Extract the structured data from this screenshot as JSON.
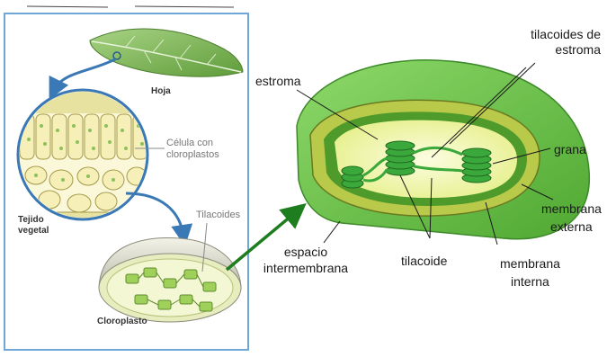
{
  "left_panel": {
    "labels": {
      "hoja": "Hoja",
      "celula_line1": "Célula con",
      "celula_line2": "cloroplastos",
      "tejido_line1": "Tejido",
      "tejido_line2": "vegetal",
      "tilacoides": "Tilacoides",
      "cloroplasto": "Cloroplasto"
    }
  },
  "right_panel": {
    "labels": {
      "estroma": "estroma",
      "tilacoides_estroma_line1": "tilacoides de",
      "tilacoides_estroma_line2": "estroma",
      "grana": "grana",
      "membrana_externa_line1": "membrana",
      "membrana_externa_line2": "externa",
      "espacio_line1": "espacio",
      "espacio_line2": "intermembrana",
      "tilacoide": "tilacoide",
      "membrana_interna_line1": "membrana",
      "membrana_interna_line2": "interna"
    }
  },
  "colors": {
    "panel_border": "#6fa8d8",
    "arrow_blue": "#3a78b6",
    "arrow_green": "#1e7d1e",
    "leaf": "#7fb65a",
    "outer_membrane": "#6cc24a",
    "stroma": "#f2f7b0",
    "thylakoid": "#3aa83a"
  }
}
